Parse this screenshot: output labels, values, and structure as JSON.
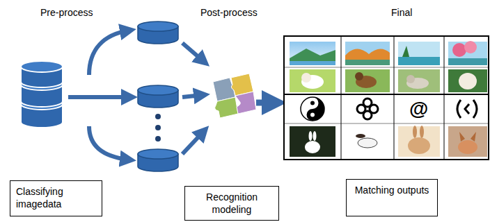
{
  "diagram": {
    "nodes": [
      {
        "text": [
          "Classifying imagedata"
        ]
      },
      {
        "text": [
          "Recognition modeling"
        ]
      },
      {
        "text": [
          "Matching outputs"
        ]
      }
    ],
    "labels": [
      "Pre-process",
      "Post-process",
      "Final",
      "@"
    ]
  }
}
